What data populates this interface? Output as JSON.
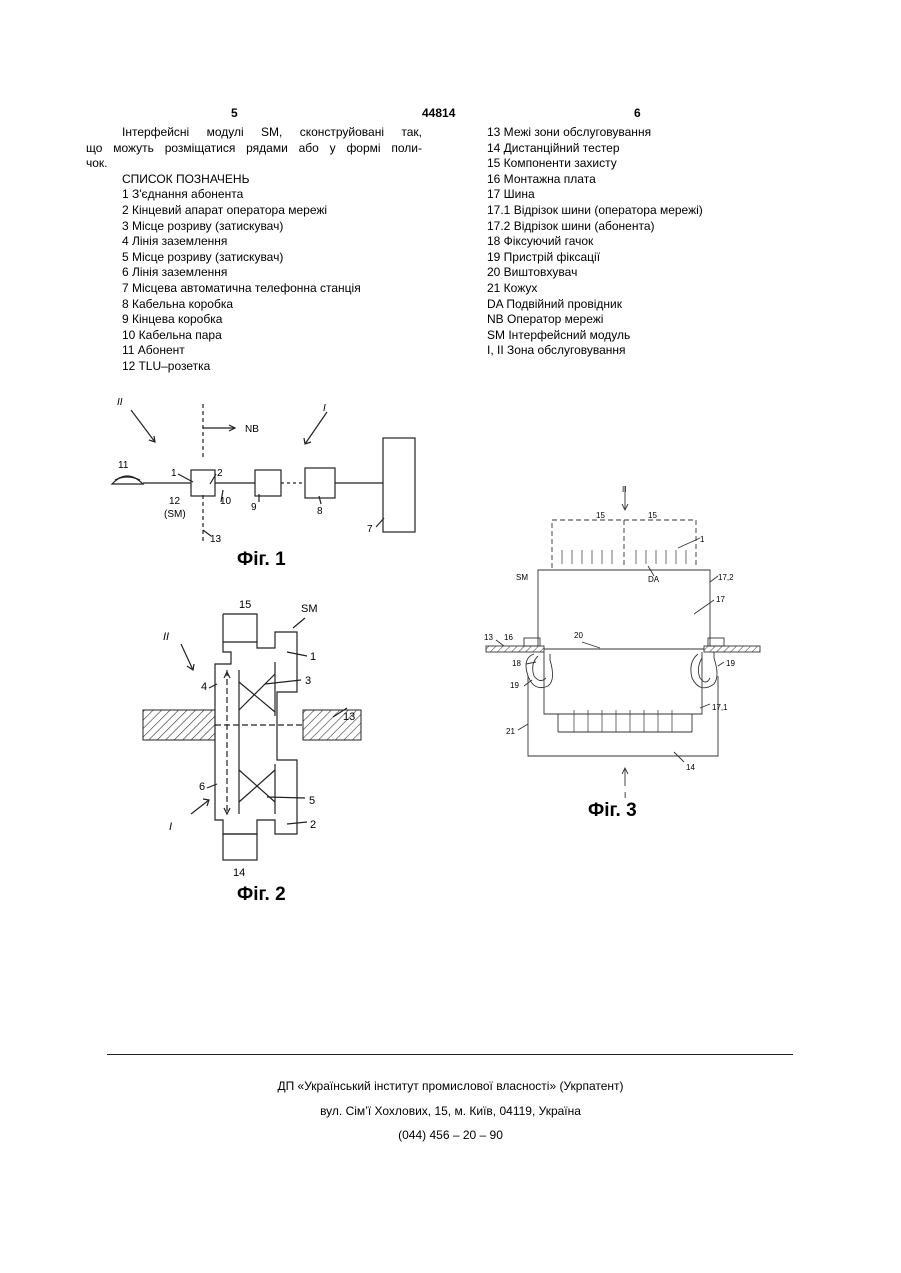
{
  "header": {
    "left_page": "5",
    "patent_number": "44814",
    "right_page": "6"
  },
  "left_column": {
    "intro_lines": [
      "Інтерфейсні модулі SM, сконструйовані так,",
      "що можуть розміщатися рядами або у формі поли-",
      "чок."
    ],
    "list_title": "СПИСОК ПОЗНАЧЕНЬ",
    "items": [
      "1 З'єднання абонента",
      "2 Кінцевий апарат оператора мережі",
      "3 Місце розриву (затискувач)",
      "4 Лінія заземлення",
      "5 Місце розриву (затискувач)",
      "6 Лінія заземлення",
      "7 Місцева автоматична телефонна станція",
      "8 Кабельна коробка",
      "9 Кінцева коробка",
      "10 Кабельна пара",
      "11 Абонент",
      "12 TLU–розетка"
    ]
  },
  "right_column": {
    "items": [
      "13 Межі зони обслуговування",
      "14 Дистанційний тестер",
      "15 Компоненти захисту",
      "16 Монтажна плата",
      "17 Шина",
      "17.1 Відрізок шини (оператора мережі)",
      "17.2 Відрізок шини (абонента)",
      "18 Фіксуючий гачок",
      "19 Пристрій фіксації",
      "20 Виштовхувач",
      "21 Кожух",
      "DA Подвійний провідник",
      "NB Оператор мережі",
      "SM Інтерфейсний модуль",
      "I, II Зона обслуговування"
    ]
  },
  "figures": {
    "fig1": {
      "caption": "Фіг. 1",
      "labels": {
        "zone2": "II",
        "nb": "NB",
        "zone1": "I",
        "n11": "11",
        "n1": "1",
        "n2": "2",
        "n12": "12",
        "sm": "(SM)",
        "n10": "10",
        "n9": "9",
        "n8": "8",
        "n7": "7",
        "n13": "13"
      }
    },
    "fig2": {
      "caption": "Фіг. 2",
      "labels": {
        "n15": "15",
        "sm": "SM",
        "zone2": "II",
        "n1": "1",
        "n4": "4",
        "n3": "3",
        "n13": "13",
        "n6": "6",
        "n5": "5",
        "zone1": "I",
        "n2": "2",
        "n14": "14"
      }
    },
    "fig3": {
      "caption": "Фіг. 3",
      "labels": {
        "zone2": "II",
        "n15a": "15",
        "n15b": "15",
        "n1": "1",
        "sm": "SM",
        "da": "DA",
        "n172": "17,2",
        "n17": "17",
        "n13": "13",
        "n16": "16",
        "n20": "20",
        "n18": "18",
        "n19a": "19",
        "n19b": "19",
        "n171": "17,1",
        "n21": "21",
        "n14": "14",
        "zone1": "I"
      }
    }
  },
  "footer": {
    "line1": "ДП «Український інститут промислової власності» (Укрпатент)",
    "line2": "вул. Сім’ї Хохлових, 15, м. Київ, 04119, Україна",
    "line3": "(044) 456 – 20 – 90"
  }
}
